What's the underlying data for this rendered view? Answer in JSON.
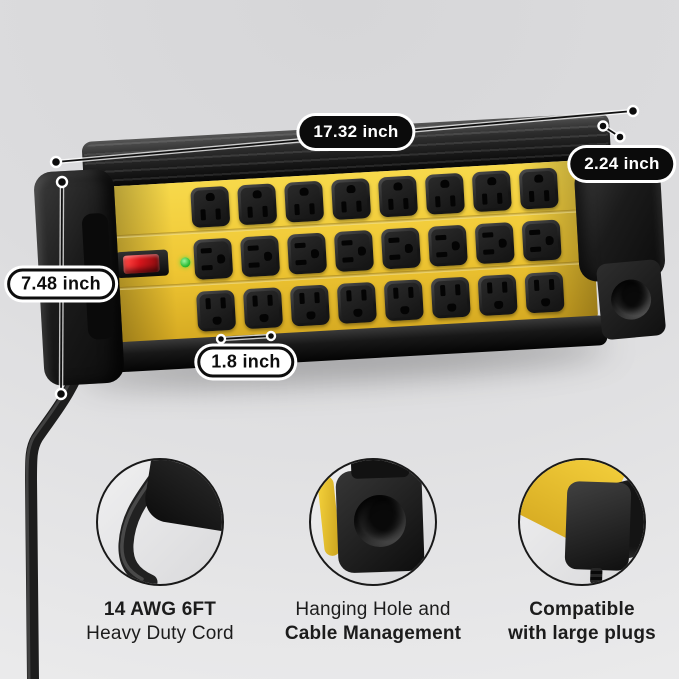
{
  "dimensions": {
    "width_label": "17.32 inch",
    "depth_label": "2.24 inch",
    "height_label": "7.48 inch",
    "outlet_spacing_label": "1.8 inch"
  },
  "product": {
    "outlet_rows": 3,
    "outlets_per_row": 8,
    "colors": {
      "body_yellow": "#efc633",
      "housing_black": "#161616",
      "switch_red": "#d8161c",
      "led_green": "#2dbe37",
      "wall_gray": "#dcdcde",
      "annotation_pill_dark": "#0b0b0b",
      "annotation_pill_light": "#ffffff"
    }
  },
  "features": [
    {
      "icon": "cord-closeup-icon",
      "line1": "14 AWG 6FT",
      "line2": "Heavy Duty Cord"
    },
    {
      "icon": "hanging-hole-closeup-icon",
      "line1": "Hanging Hole and",
      "line2": "Cable Management"
    },
    {
      "icon": "large-plug-closeup-icon",
      "line1": "Compatible",
      "line2": "with large plugs"
    }
  ]
}
